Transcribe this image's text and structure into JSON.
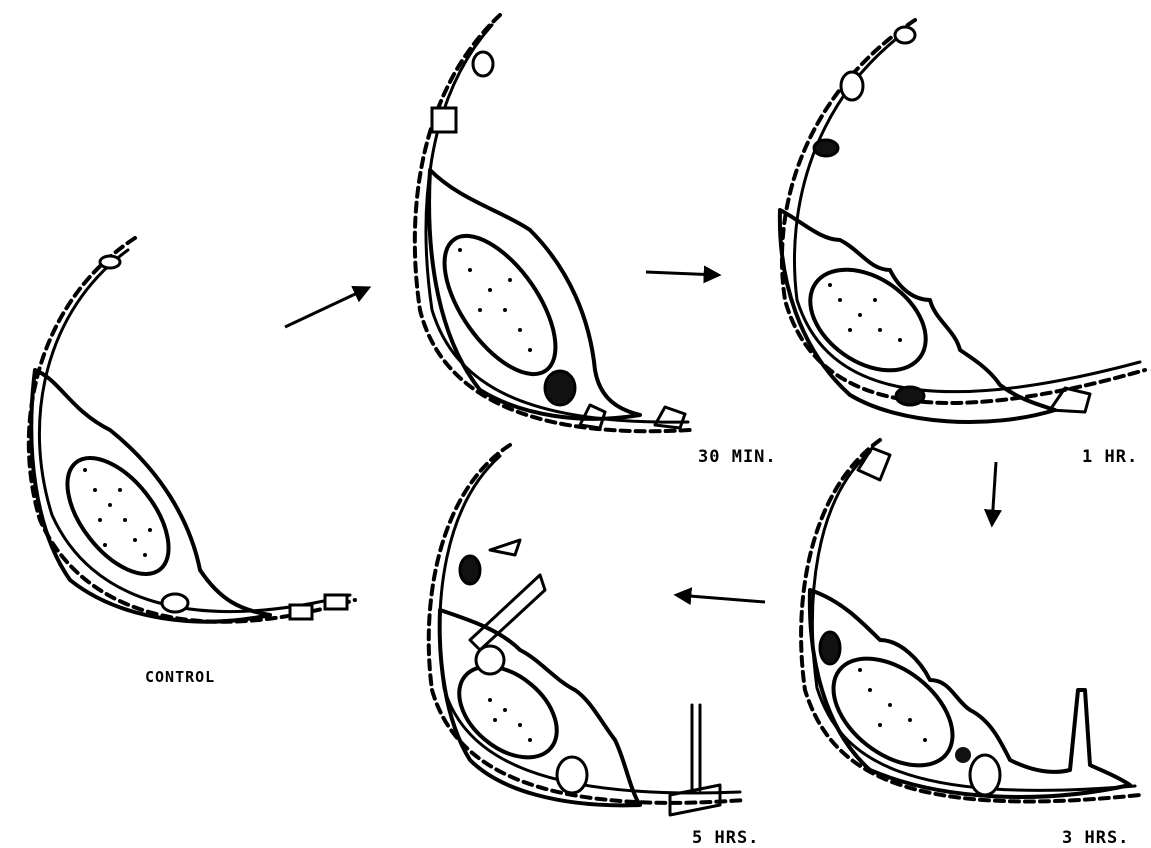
{
  "stages": [
    {
      "id": "control",
      "label": "CONTROL"
    },
    {
      "id": "30min",
      "label": "30 MIN."
    },
    {
      "id": "1hr",
      "label": "1 HR."
    },
    {
      "id": "3hrs",
      "label": "3 HRS."
    },
    {
      "id": "5hrs",
      "label": "5 HRS."
    }
  ],
  "sequence_arrows": [
    {
      "from": "CONTROL",
      "to": "30 MIN."
    },
    {
      "from": "30 MIN.",
      "to": "1 HR."
    },
    {
      "from": "1 HR.",
      "to": "3 HRS."
    },
    {
      "from": "3 HRS.",
      "to": "5 HRS."
    }
  ]
}
